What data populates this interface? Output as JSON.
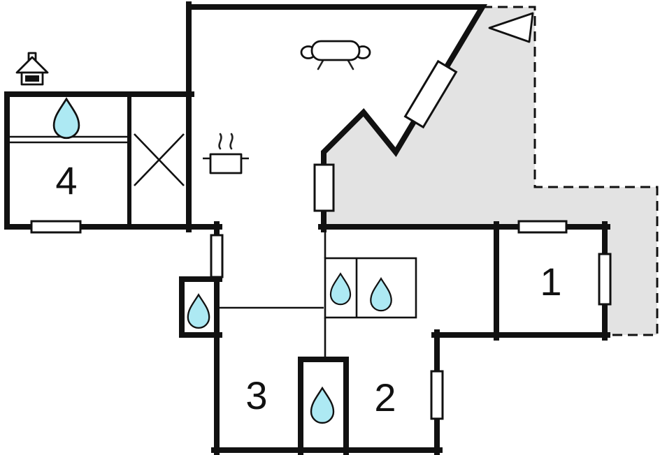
{
  "diagram": {
    "kind": "floor-plan",
    "rooms": [
      {
        "id": "room-1",
        "label": "1"
      },
      {
        "id": "room-2",
        "label": "2"
      },
      {
        "id": "room-3",
        "label": "3"
      },
      {
        "id": "room-4",
        "label": "4"
      }
    ],
    "features": {
      "water_drop_count": 5,
      "window_count": 6,
      "door_count": 1,
      "terrace": "shaded area with dashed outline, top right",
      "entrance_arrow": "white triangle pointing left, top right",
      "icons": [
        "house-icon",
        "sofa-icon",
        "hob-cross-icon",
        "cooking-pot-icon",
        "steam-icon",
        "water-drop-icon",
        "entrance-arrow-icon"
      ]
    },
    "colors": {
      "wall": "#111111",
      "terrace_fill": "#e3e3e3",
      "water_fill": "#ade9f3",
      "background": "#ffffff"
    }
  }
}
